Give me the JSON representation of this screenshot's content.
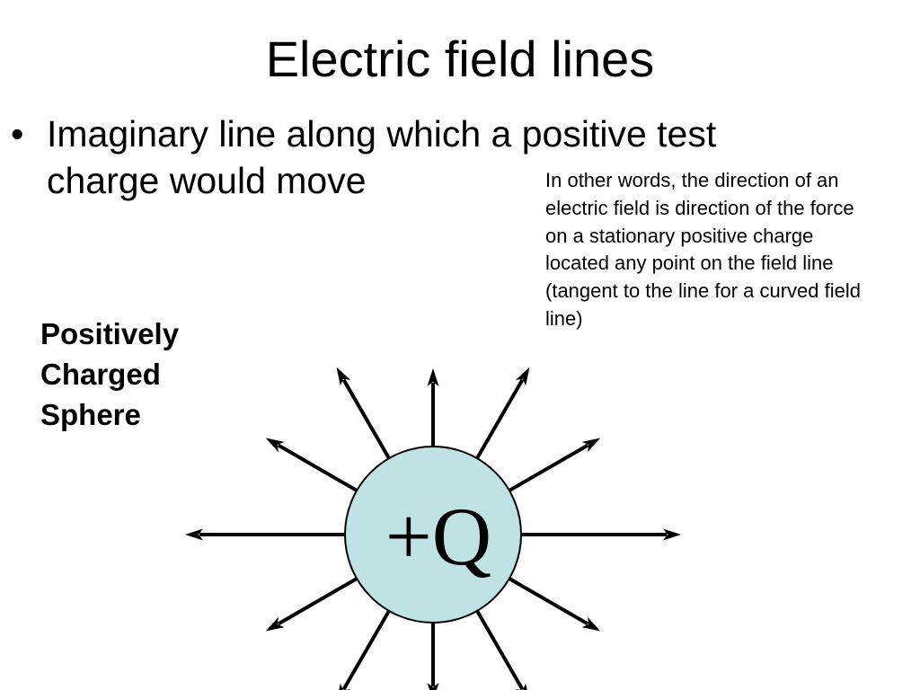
{
  "slide": {
    "title": "Electric field lines",
    "bullet": {
      "marker": "•",
      "text": "Imaginary line along which a positive test charge would move"
    },
    "note": "In other words, the direction of an electric field is direction of the force on a stationary positive charge located any point on the field line (tangent to the line for a curved field line)",
    "sphere_label": "Positively Charged Sphere",
    "charge_label": "+Q",
    "colors": {
      "sphere_fill": "#bfe2e5",
      "stroke": "#000000"
    },
    "field_lines": {
      "count": 12,
      "direction": "outward",
      "angles_deg": [
        0,
        30,
        60,
        90,
        120,
        150,
        180,
        210,
        240,
        270,
        300,
        330
      ]
    }
  }
}
